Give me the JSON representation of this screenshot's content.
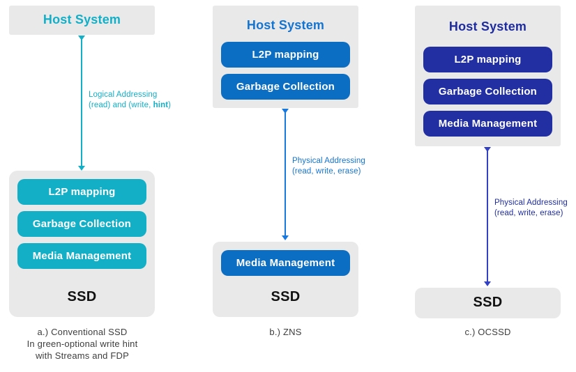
{
  "page": {
    "background": "#ffffff"
  },
  "colors": {
    "container_gray": "#e9e9e9",
    "teal": "#12afc7",
    "blue": "#0c6ec3",
    "blue_title": "#1574d0",
    "blue_arrow": "#1779e0",
    "navy": "#222fa2",
    "navy_arrow": "#3240c4",
    "ssd_text": "#111111",
    "caption_text": "#3d3d3d"
  },
  "columns": [
    {
      "id": "conventional-ssd",
      "theme": "teal",
      "host": {
        "title": "Host System",
        "modules": []
      },
      "arrow": {
        "label_line1": "Logical Addressing",
        "label_line2_prefix": "(read) and (write, ",
        "label_line2_bold": "hint",
        "label_line2_suffix": ")"
      },
      "ssd": {
        "modules": [
          "L2P mapping",
          "Garbage Collection",
          "Media Management"
        ],
        "label": "SSD"
      },
      "caption_lines": [
        "a.) Conventional SSD",
        "In green-optional write hint",
        "with Streams and FDP"
      ]
    },
    {
      "id": "zns",
      "theme": "blue",
      "host": {
        "title": "Host System",
        "modules": [
          "L2P mapping",
          "Garbage Collection"
        ]
      },
      "arrow": {
        "label_line1": "Physical Addressing",
        "label_line2": "(read, write, erase)"
      },
      "ssd": {
        "modules": [
          "Media Management"
        ],
        "label": "SSD"
      },
      "caption_lines": [
        "b.) ZNS"
      ]
    },
    {
      "id": "ocssd",
      "theme": "navy",
      "host": {
        "title": "Host System",
        "modules": [
          "L2P mapping",
          "Garbage Collection",
          "Media Management"
        ]
      },
      "arrow": {
        "label_line1": "Physical Addressing",
        "label_line2": "(read, write, erase)"
      },
      "ssd": {
        "modules": [],
        "label": "SSD"
      },
      "caption_lines": [
        "c.) OCSSD"
      ]
    }
  ]
}
